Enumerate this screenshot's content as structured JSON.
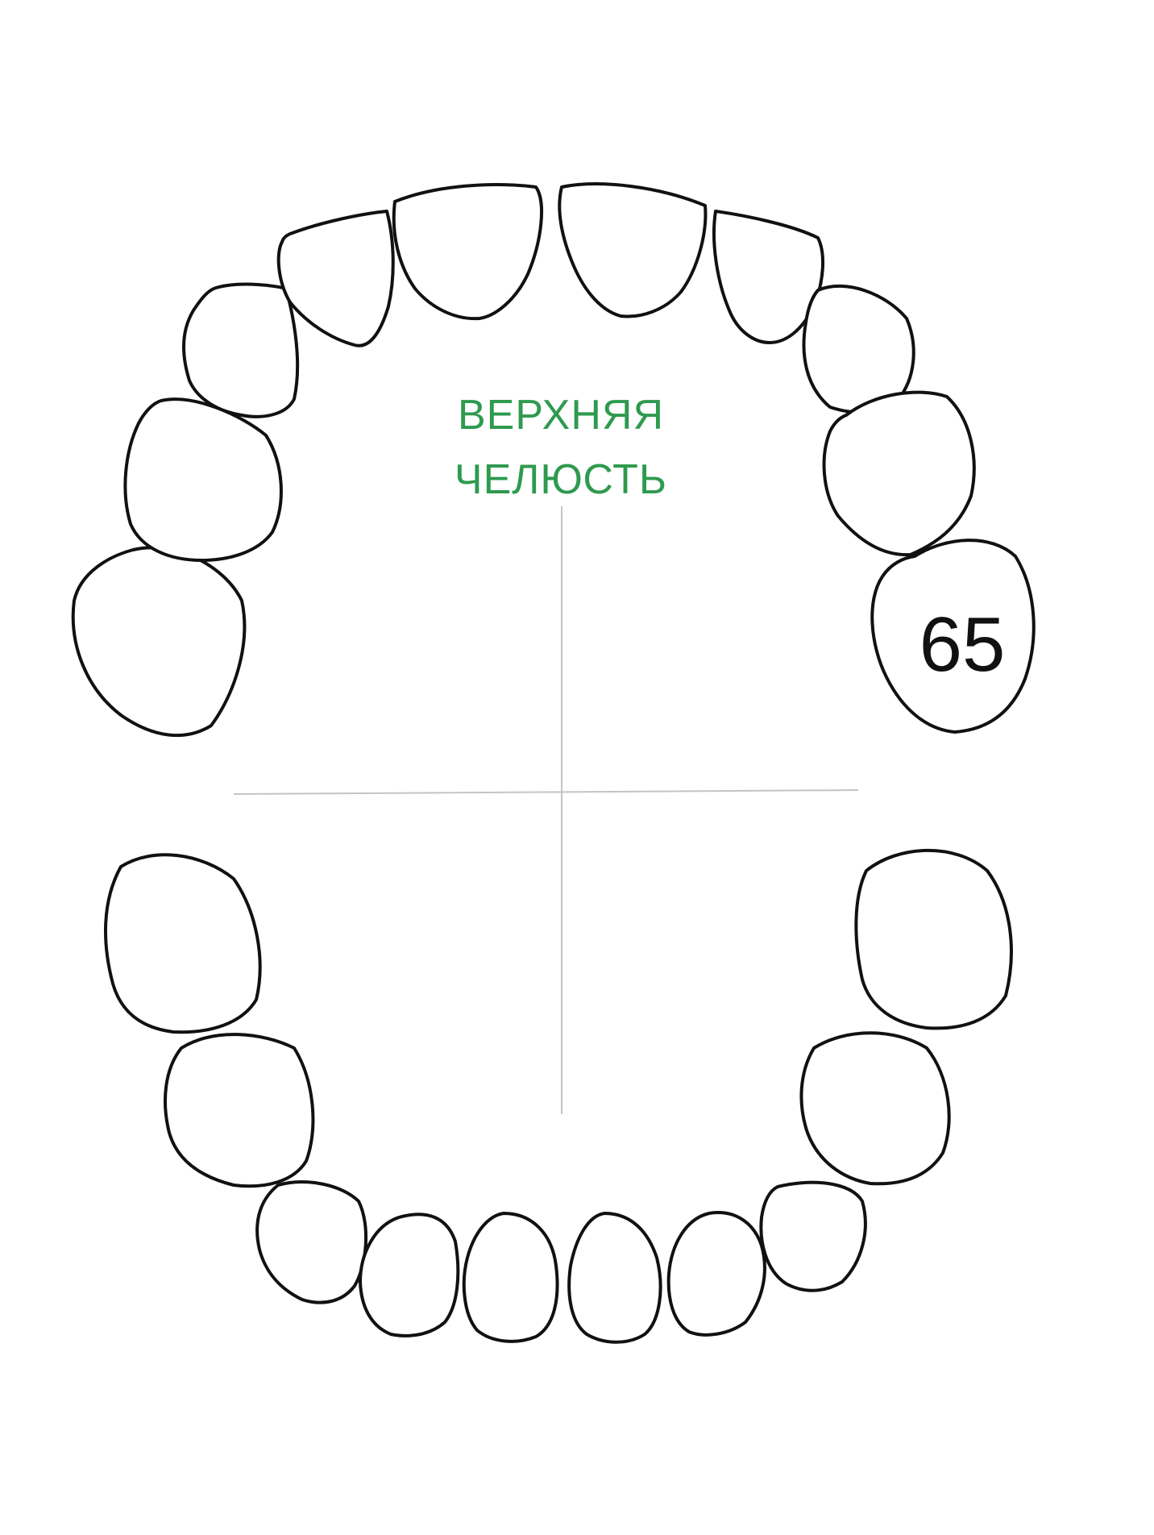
{
  "jaw_label": {
    "line1": "ВЕРХНЯЯ",
    "line2": "ЧЕЛЮСТЬ"
  },
  "tooth_number": "65",
  "colors": {
    "label": "#2e9a4e",
    "outline": "#111111",
    "axis": "#c4c4c4"
  }
}
